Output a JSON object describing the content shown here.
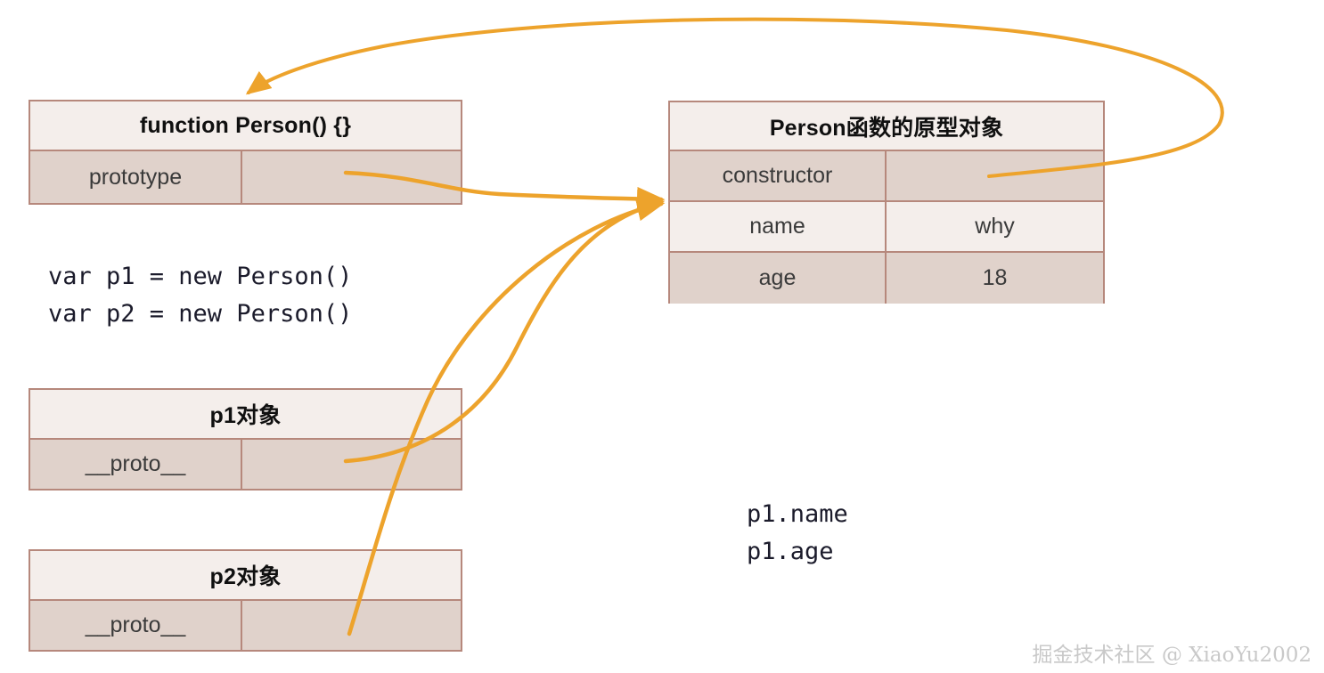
{
  "diagram": {
    "title_semantics": "javascript-prototype-chain-diagram",
    "accent_arrow_color": "#eda32c",
    "box_border_color": "#b6887c",
    "box_header_bg": "#f4eeeb",
    "box_row_dark_bg": "#e0d2cb",
    "box_row_light_bg": "#f4eeeb",
    "background_color": "#ffffff"
  },
  "boxes": {
    "person_function": {
      "header": "function Person() {}",
      "rows": [
        {
          "key": "prototype",
          "value": ""
        }
      ]
    },
    "prototype_object": {
      "header": "Person函数的原型对象",
      "rows": [
        {
          "key": "constructor",
          "value": ""
        },
        {
          "key": "name",
          "value": "why"
        },
        {
          "key": "age",
          "value": "18"
        }
      ]
    },
    "p1_object": {
      "header": "p1对象",
      "rows": [
        {
          "key": "__proto__",
          "value": ""
        }
      ]
    },
    "p2_object": {
      "header": "p2对象",
      "rows": [
        {
          "key": "__proto__",
          "value": ""
        }
      ]
    }
  },
  "code": {
    "instantiation": "var p1 = new Person()\nvar p2 = new Person()",
    "property_access": "p1.name\np1.age"
  },
  "watermark": {
    "text": "掘金技术社区 @ XiaoYu2002"
  },
  "arrows": [
    {
      "name": "prototype-to-prototype-object",
      "from": "person_function.prototype",
      "to": "prototype_object"
    },
    {
      "name": "constructor-to-person-function",
      "from": "prototype_object.constructor",
      "to": "person_function"
    },
    {
      "name": "p1-proto-to-prototype-object",
      "from": "p1_object.__proto__",
      "to": "prototype_object"
    },
    {
      "name": "p2-proto-to-prototype-object",
      "from": "p2_object.__proto__",
      "to": "prototype_object"
    }
  ]
}
